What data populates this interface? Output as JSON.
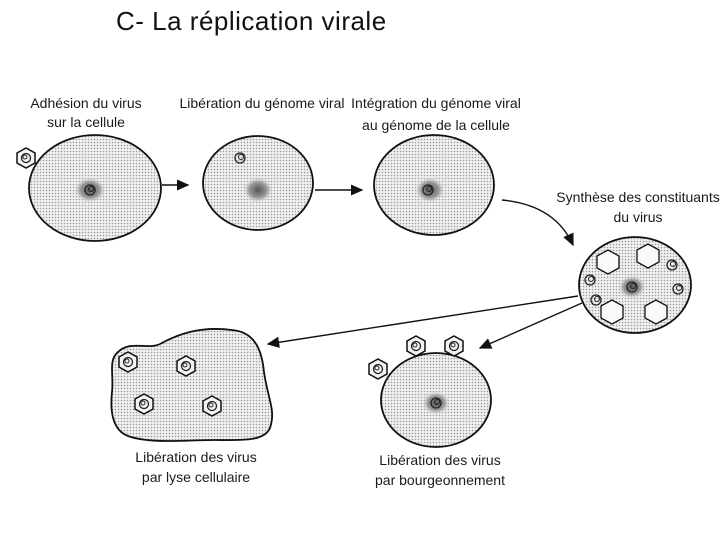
{
  "title": "C- La réplication virale",
  "steps": {
    "adhesion": {
      "line1": "Adhésion du virus",
      "line2": "sur la cellule"
    },
    "liberation_genome": {
      "line1": "Libération du génome viral"
    },
    "integration": {
      "line1": "Intégration du génome viral",
      "line2": "au génome de la cellule"
    },
    "synthese": {
      "line1": "Synthèse des constituants",
      "line2": "du virus"
    },
    "lyse": {
      "line1": "Libération des virus",
      "line2": "par lyse cellulaire"
    },
    "bourgeonnement": {
      "line1": "Libération des virus",
      "line2": "par bourgeonnement"
    }
  },
  "icons": {
    "virus": "hexagon-capsid-icon",
    "nucleus": "nucleus-icon",
    "arrow": "arrow-right-icon"
  },
  "colors": {
    "stroke": "#111111",
    "cell_fill": "#e6e6e6",
    "capsid_fill": "#f4f4f4"
  }
}
